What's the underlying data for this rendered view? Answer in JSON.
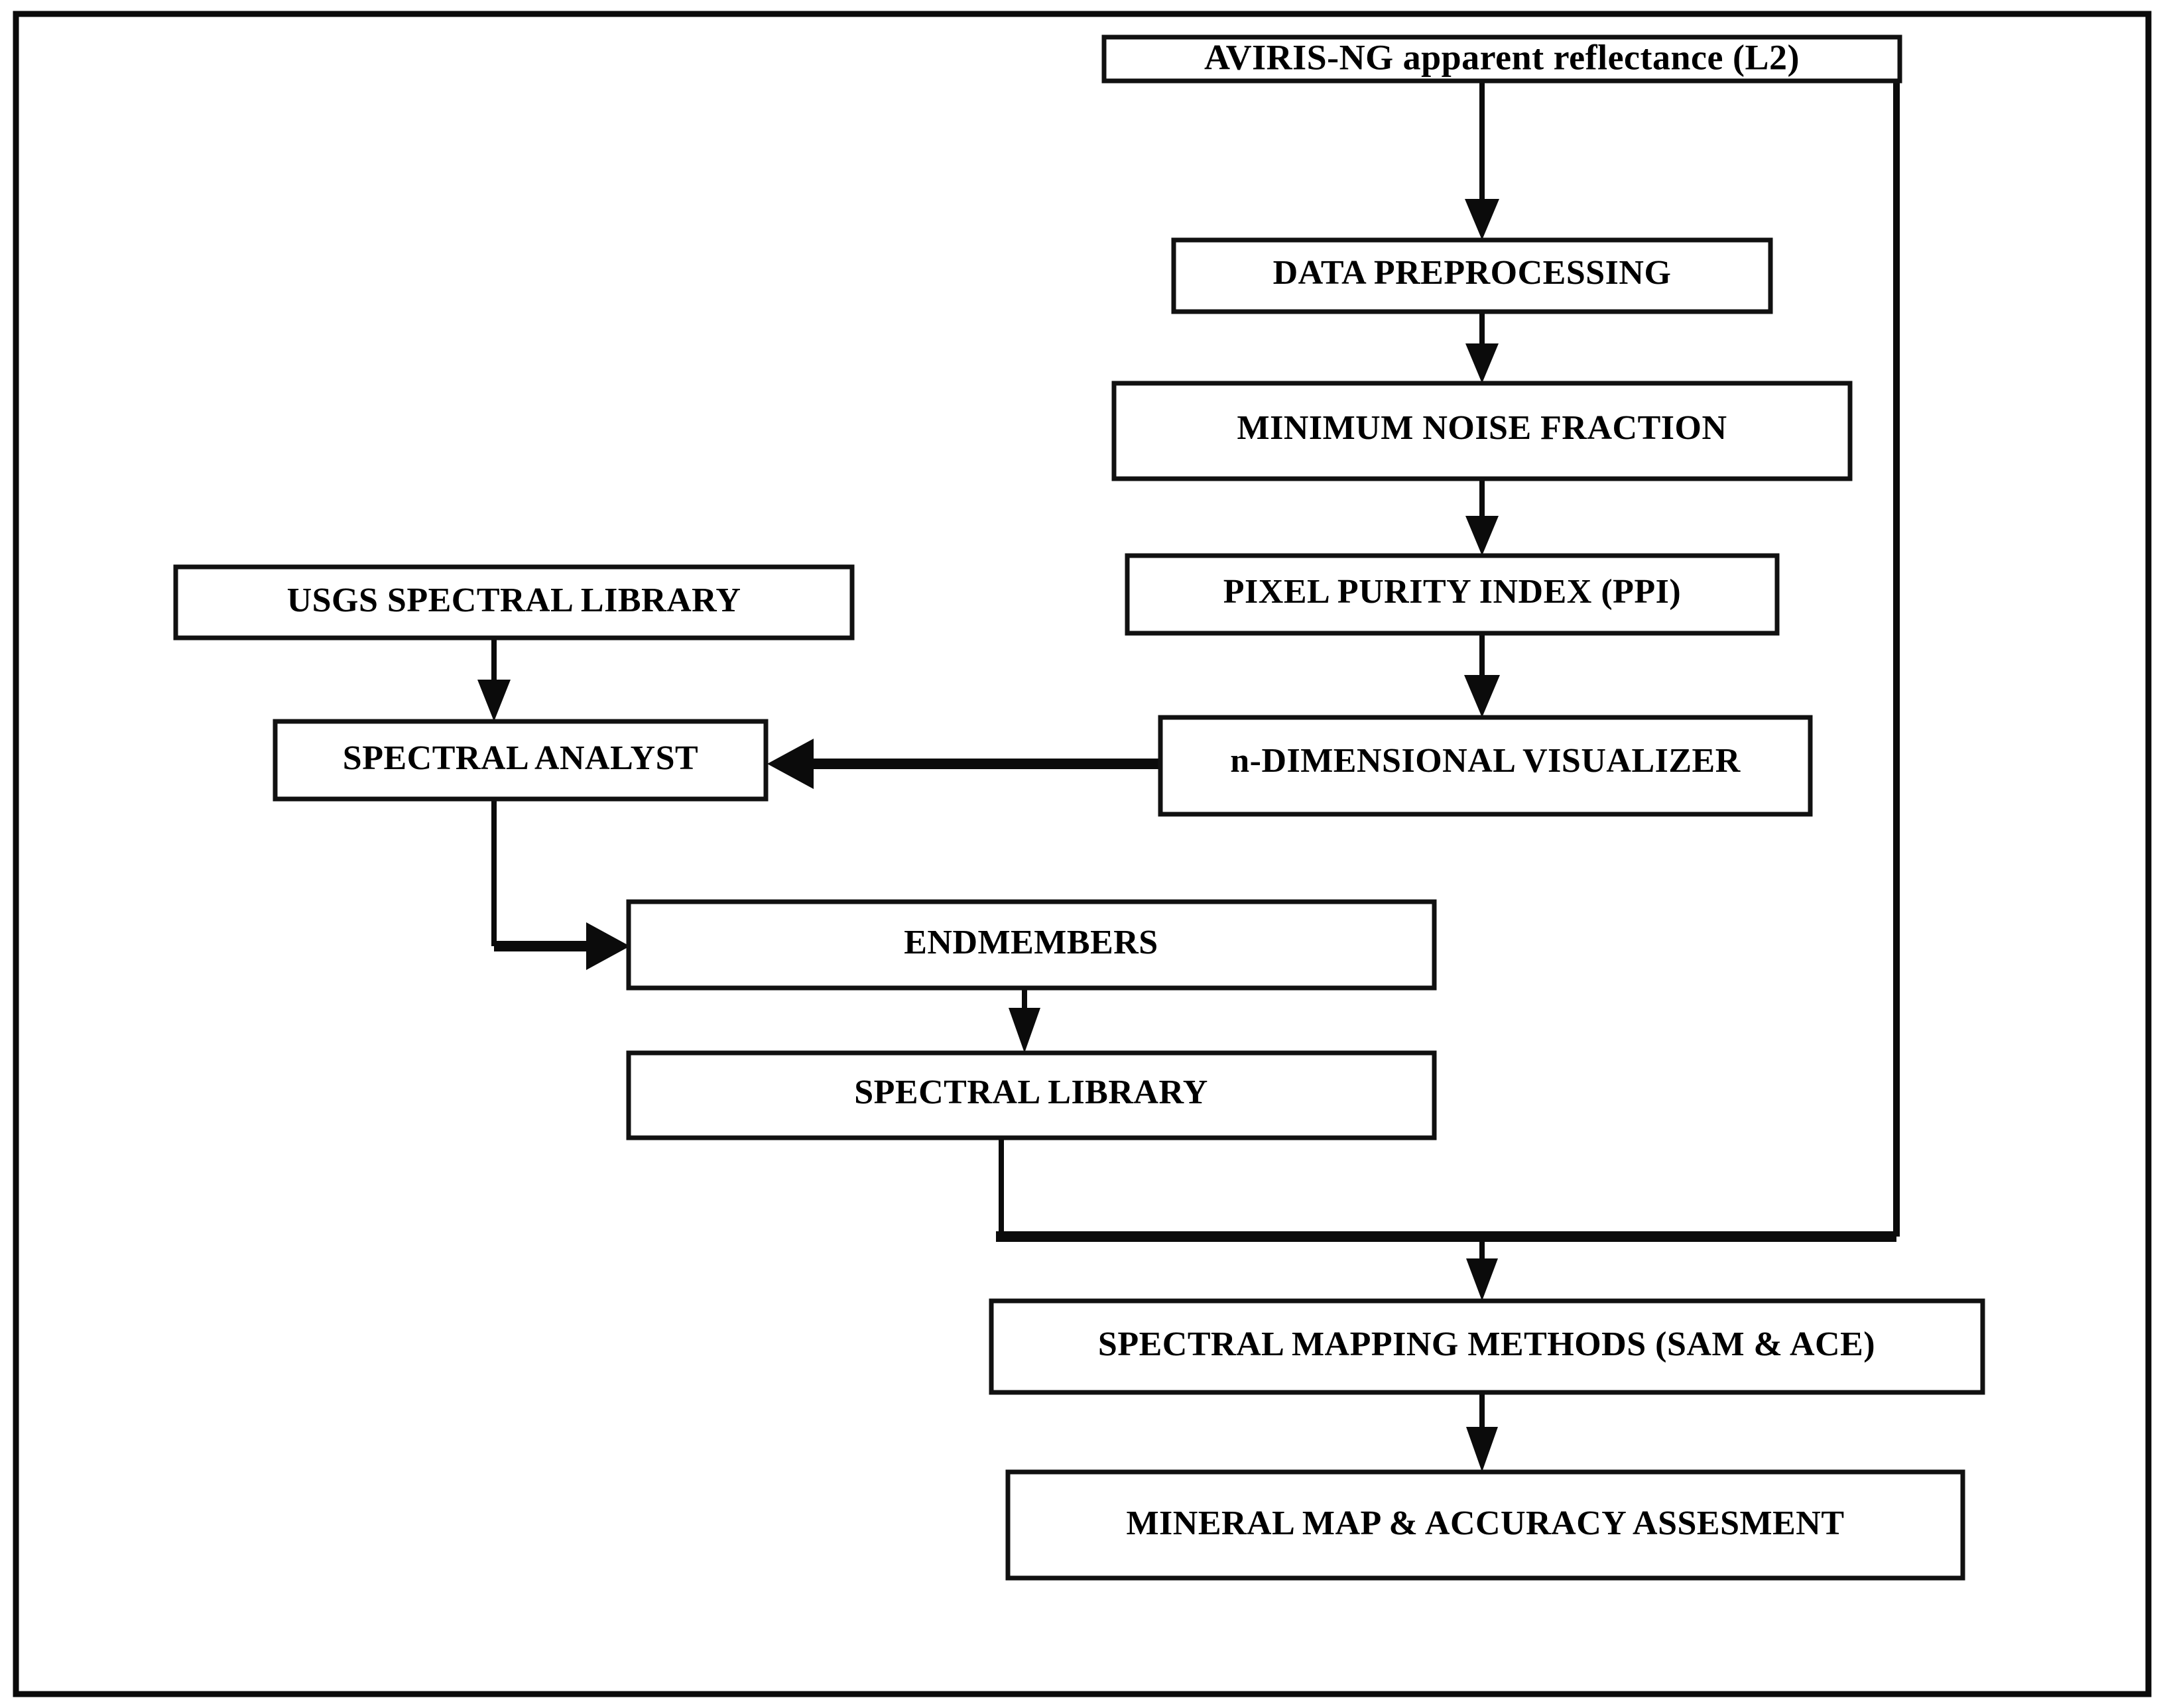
{
  "figure": {
    "kind": "flowchart",
    "title": "AVIRIS-NG hyperspectral mineral mapping methodology",
    "border_color": "#0a0a0a",
    "box_stroke_color": "#111111",
    "connector_color": "#0b0b0b",
    "background_color": "#ffffff"
  },
  "nodes": [
    {
      "id": "aviris",
      "label": "AVIRIS-NG apparent reflectance (L2)"
    },
    {
      "id": "preprocess",
      "label": "DATA PREPROCESSING"
    },
    {
      "id": "mnf",
      "label": "MINIMUM NOISE FRACTION"
    },
    {
      "id": "ppi",
      "label": "PIXEL PURITY INDEX (PPI)"
    },
    {
      "id": "ndim",
      "label": "n-DIMENSIONAL VISUALIZER"
    },
    {
      "id": "usgs",
      "label": "USGS SPECTRAL LIBRARY"
    },
    {
      "id": "analyst",
      "label": "SPECTRAL ANALYST"
    },
    {
      "id": "endmembers",
      "label": "ENDMEMBERS"
    },
    {
      "id": "speclib",
      "label": "SPECTRAL LIBRARY"
    },
    {
      "id": "mapping",
      "label": "SPECTRAL MAPPING METHODS (SAM & ACE)"
    },
    {
      "id": "mineralmap",
      "label": "MINERAL MAP & ACCURACY ASSESMENT"
    }
  ],
  "edges": [
    {
      "from": "aviris",
      "to": "preprocess",
      "style": "down-arrow"
    },
    {
      "from": "preprocess",
      "to": "mnf",
      "style": "down-arrow"
    },
    {
      "from": "mnf",
      "to": "ppi",
      "style": "down-arrow"
    },
    {
      "from": "ppi",
      "to": "ndim",
      "style": "down-arrow"
    },
    {
      "from": "ndim",
      "to": "analyst",
      "style": "left-arrow"
    },
    {
      "from": "usgs",
      "to": "analyst",
      "style": "down-arrow"
    },
    {
      "from": "analyst",
      "to": "endmembers",
      "style": "elbow-right-arrow"
    },
    {
      "from": "endmembers",
      "to": "speclib",
      "style": "down-arrow"
    },
    {
      "from": "speclib",
      "to": "mapping",
      "style": "elbow-junction-down-arrow"
    },
    {
      "from": "aviris",
      "to": "mapping",
      "style": "right-loop-down"
    },
    {
      "from": "mapping",
      "to": "mineralmap",
      "style": "down-arrow"
    }
  ]
}
